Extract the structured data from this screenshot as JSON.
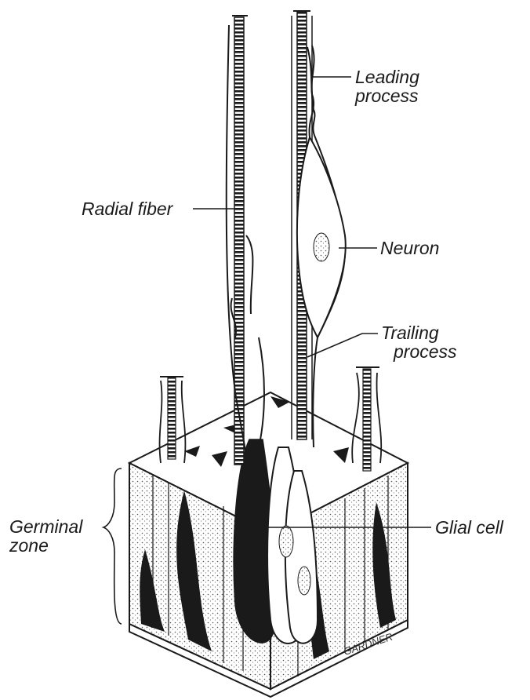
{
  "labels": {
    "leading_process": {
      "line1": "Leading",
      "line2": "process"
    },
    "radial_fiber": "Radial fiber",
    "neuron": "Neuron",
    "trailing_process": {
      "line1": "Trailing",
      "line2": "process"
    },
    "glial_cell": "Glial cell",
    "germinal_zone": {
      "line1": "Germinal",
      "line2": "zone"
    }
  },
  "signature": "GARDNER",
  "colors": {
    "ink": "#1a1a1a",
    "paper": "#ffffff"
  }
}
